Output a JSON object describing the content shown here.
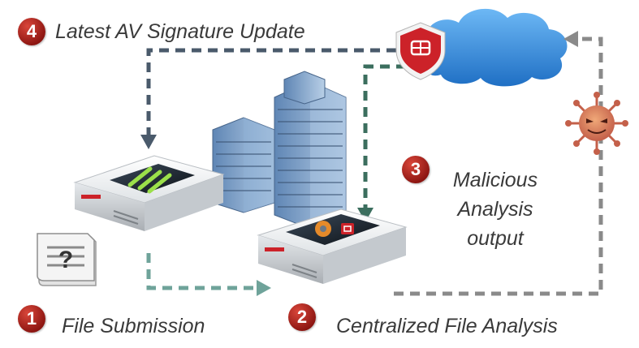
{
  "steps": [
    {
      "number": "1",
      "label": "File Submission"
    },
    {
      "number": "2",
      "label": "Centralized File Analysis"
    },
    {
      "number": "3",
      "label_lines": [
        "Malicious",
        "Analysis",
        "output"
      ]
    },
    {
      "number": "4",
      "label": "Latest AV Signature Update"
    }
  ],
  "icons": {
    "document": "question-document-icon",
    "firewall": "fortinet-shield-icon",
    "cloud": "cloud-icon",
    "virus": "virus-icon",
    "buildings": "office-buildings-icon",
    "appliance_submit": "fortimail-appliance-icon",
    "appliance_analysis": "fortisandbox-appliance-icon"
  },
  "document_symbol": "?",
  "colors": {
    "badge": "#b3221c",
    "arrow_slate": "#4a5a6b",
    "arrow_green": "#3b6e5e",
    "arrow_gray": "#8a8a8a",
    "arrow_teal": "#6fa39a",
    "shield": "#cc2229",
    "cloud": "#3b8fd9"
  }
}
